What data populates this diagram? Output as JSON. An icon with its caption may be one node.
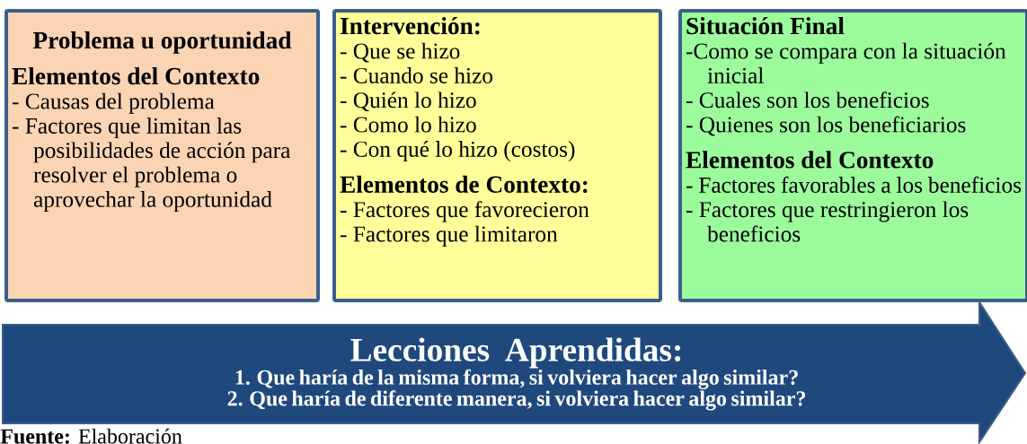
{
  "diagram": {
    "nodes": [
      {
        "text": [
          "Problema u oportunidad",
          "Elementos del Contexto",
          "- Causas del problema",
          "- Factores que limitan las posibilidades de acción para resolver el problema o aprovechar la oportunidad"
        ]
      },
      {
        "text": [
          "Intervención:",
          "- Que se hizo",
          "- Cuando se hizo",
          "- Quién lo hizo",
          "- Como lo hizo",
          "- Con qué lo hizo (costos)",
          "Elementos de Contexto:",
          "- Factores que favorecieron",
          "- Factores que limitaron"
        ]
      },
      {
        "text": [
          "Situación Final",
          "-Como se compara con la situación inicial",
          "- Cuales son los beneficios",
          "- Quienes son los beneficiarios",
          "Elementos del Contexto",
          "- Factores favorables a los beneficios",
          "- Factores que restringieron los beneficios"
        ]
      },
      {
        "text": [
          "Lecciones Aprendidas:",
          "1. Que haría de la misma forma, si volviera hacer algo similar?",
          "2. Que haría de diferente manera, si volviera hacer algo similar?"
        ]
      }
    ],
    "labels": [
      "**Fuente:** Elaboración"
    ]
  }
}
